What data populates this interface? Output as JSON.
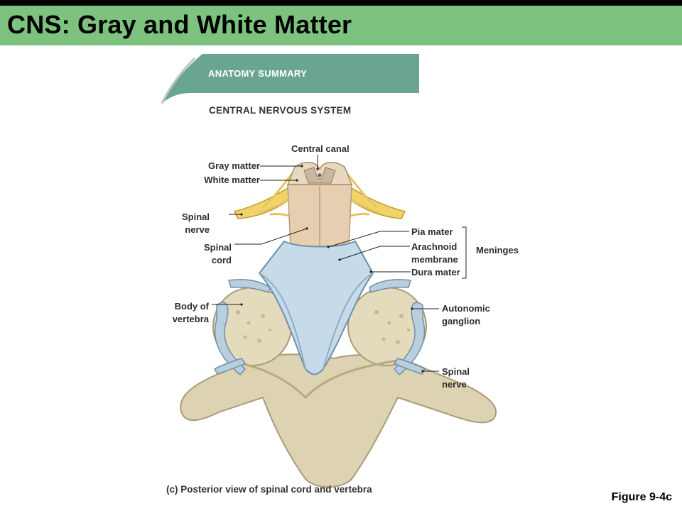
{
  "slide": {
    "title": "CNS: Gray and White Matter",
    "figure_label": "Figure 9-4c"
  },
  "header": {
    "banner": "ANATOMY SUMMARY",
    "section": "CENTRAL NERVOUS SYSTEM"
  },
  "labels": {
    "central_canal": "Central canal",
    "gray_matter": "Gray matter",
    "white_matter": "White matter",
    "spinal_nerve_left_1": "Spinal",
    "spinal_nerve_left_2": "nerve",
    "spinal_cord_1": "Spinal",
    "spinal_cord_2": "cord",
    "body_vertebra_1": "Body of",
    "body_vertebra_2": "vertebra",
    "pia_mater": "Pia mater",
    "arachnoid_1": "Arachnoid",
    "arachnoid_2": "membrane",
    "dura_mater": "Dura mater",
    "meninges": "Meninges",
    "autonomic_1": "Autonomic",
    "autonomic_2": "ganglion",
    "spinal_nerve_right_1": "Spinal",
    "spinal_nerve_right_2": "nerve"
  },
  "caption": "(c) Posterior view of spinal cord and vertebra",
  "colors": {
    "title_bar": "#7dc27f",
    "banner": "#6aa58f",
    "bone": "#ddd3b2",
    "nerve": "#f2d36a",
    "dura": "#b8cfe0"
  }
}
